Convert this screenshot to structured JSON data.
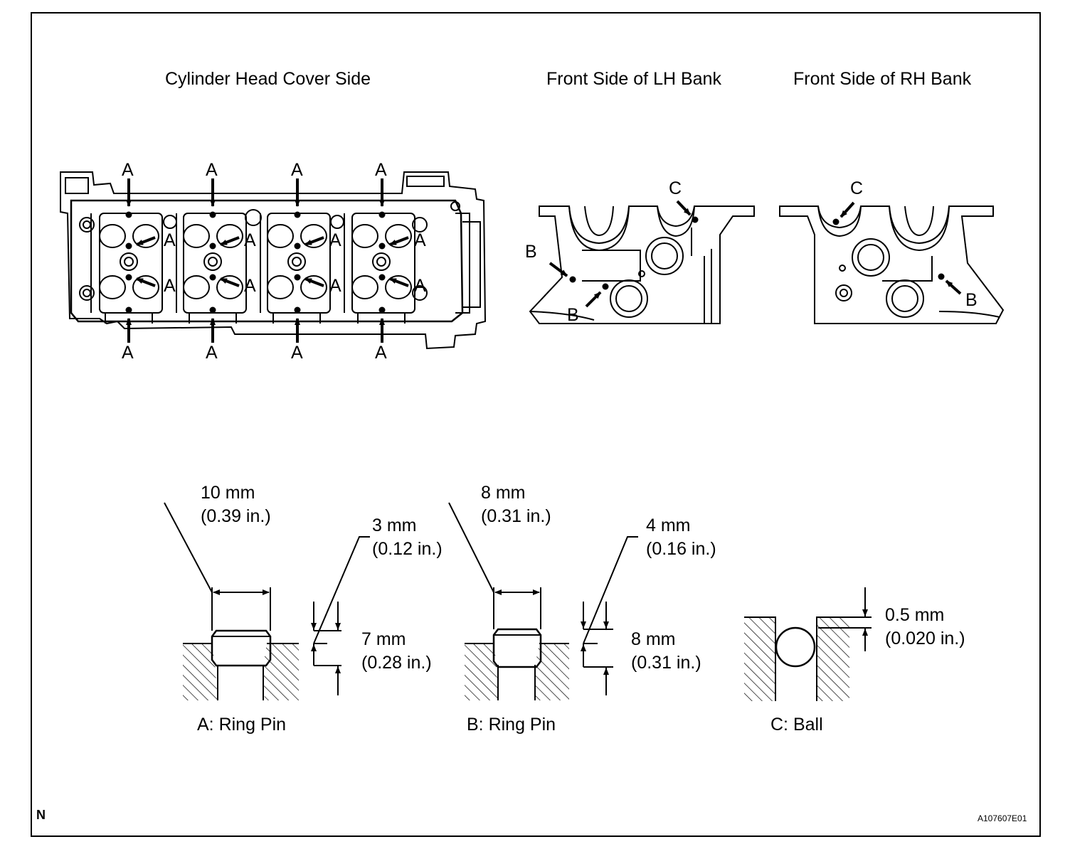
{
  "views": {
    "cover_side_title": "Cylinder Head Cover Side",
    "lh_front_title": "Front Side of LH Bank",
    "rh_front_title": "Front Side of RH Bank"
  },
  "callouts": {
    "a": "A",
    "b": "B",
    "c": "C"
  },
  "details": {
    "a": {
      "caption": "A: Ring Pin",
      "diameter_mm": "10 mm",
      "diameter_in": "(0.39 in.)",
      "chamfer_mm": "3 mm",
      "chamfer_in": "(0.12 in.)",
      "protrusion_mm": "7 mm",
      "protrusion_in": "(0.28 in.)"
    },
    "b": {
      "caption": "B: Ring Pin",
      "diameter_mm": "8 mm",
      "diameter_in": "(0.31 in.)",
      "chamfer_mm": "4 mm",
      "chamfer_in": "(0.16 in.)",
      "protrusion_mm": "8 mm",
      "protrusion_in": "(0.31 in.)"
    },
    "c": {
      "caption": "C: Ball",
      "protrusion_mm": "0.5 mm",
      "protrusion_in": "(0.020 in.)"
    }
  },
  "corner_mark": "N",
  "figure_code": "A107607E01"
}
